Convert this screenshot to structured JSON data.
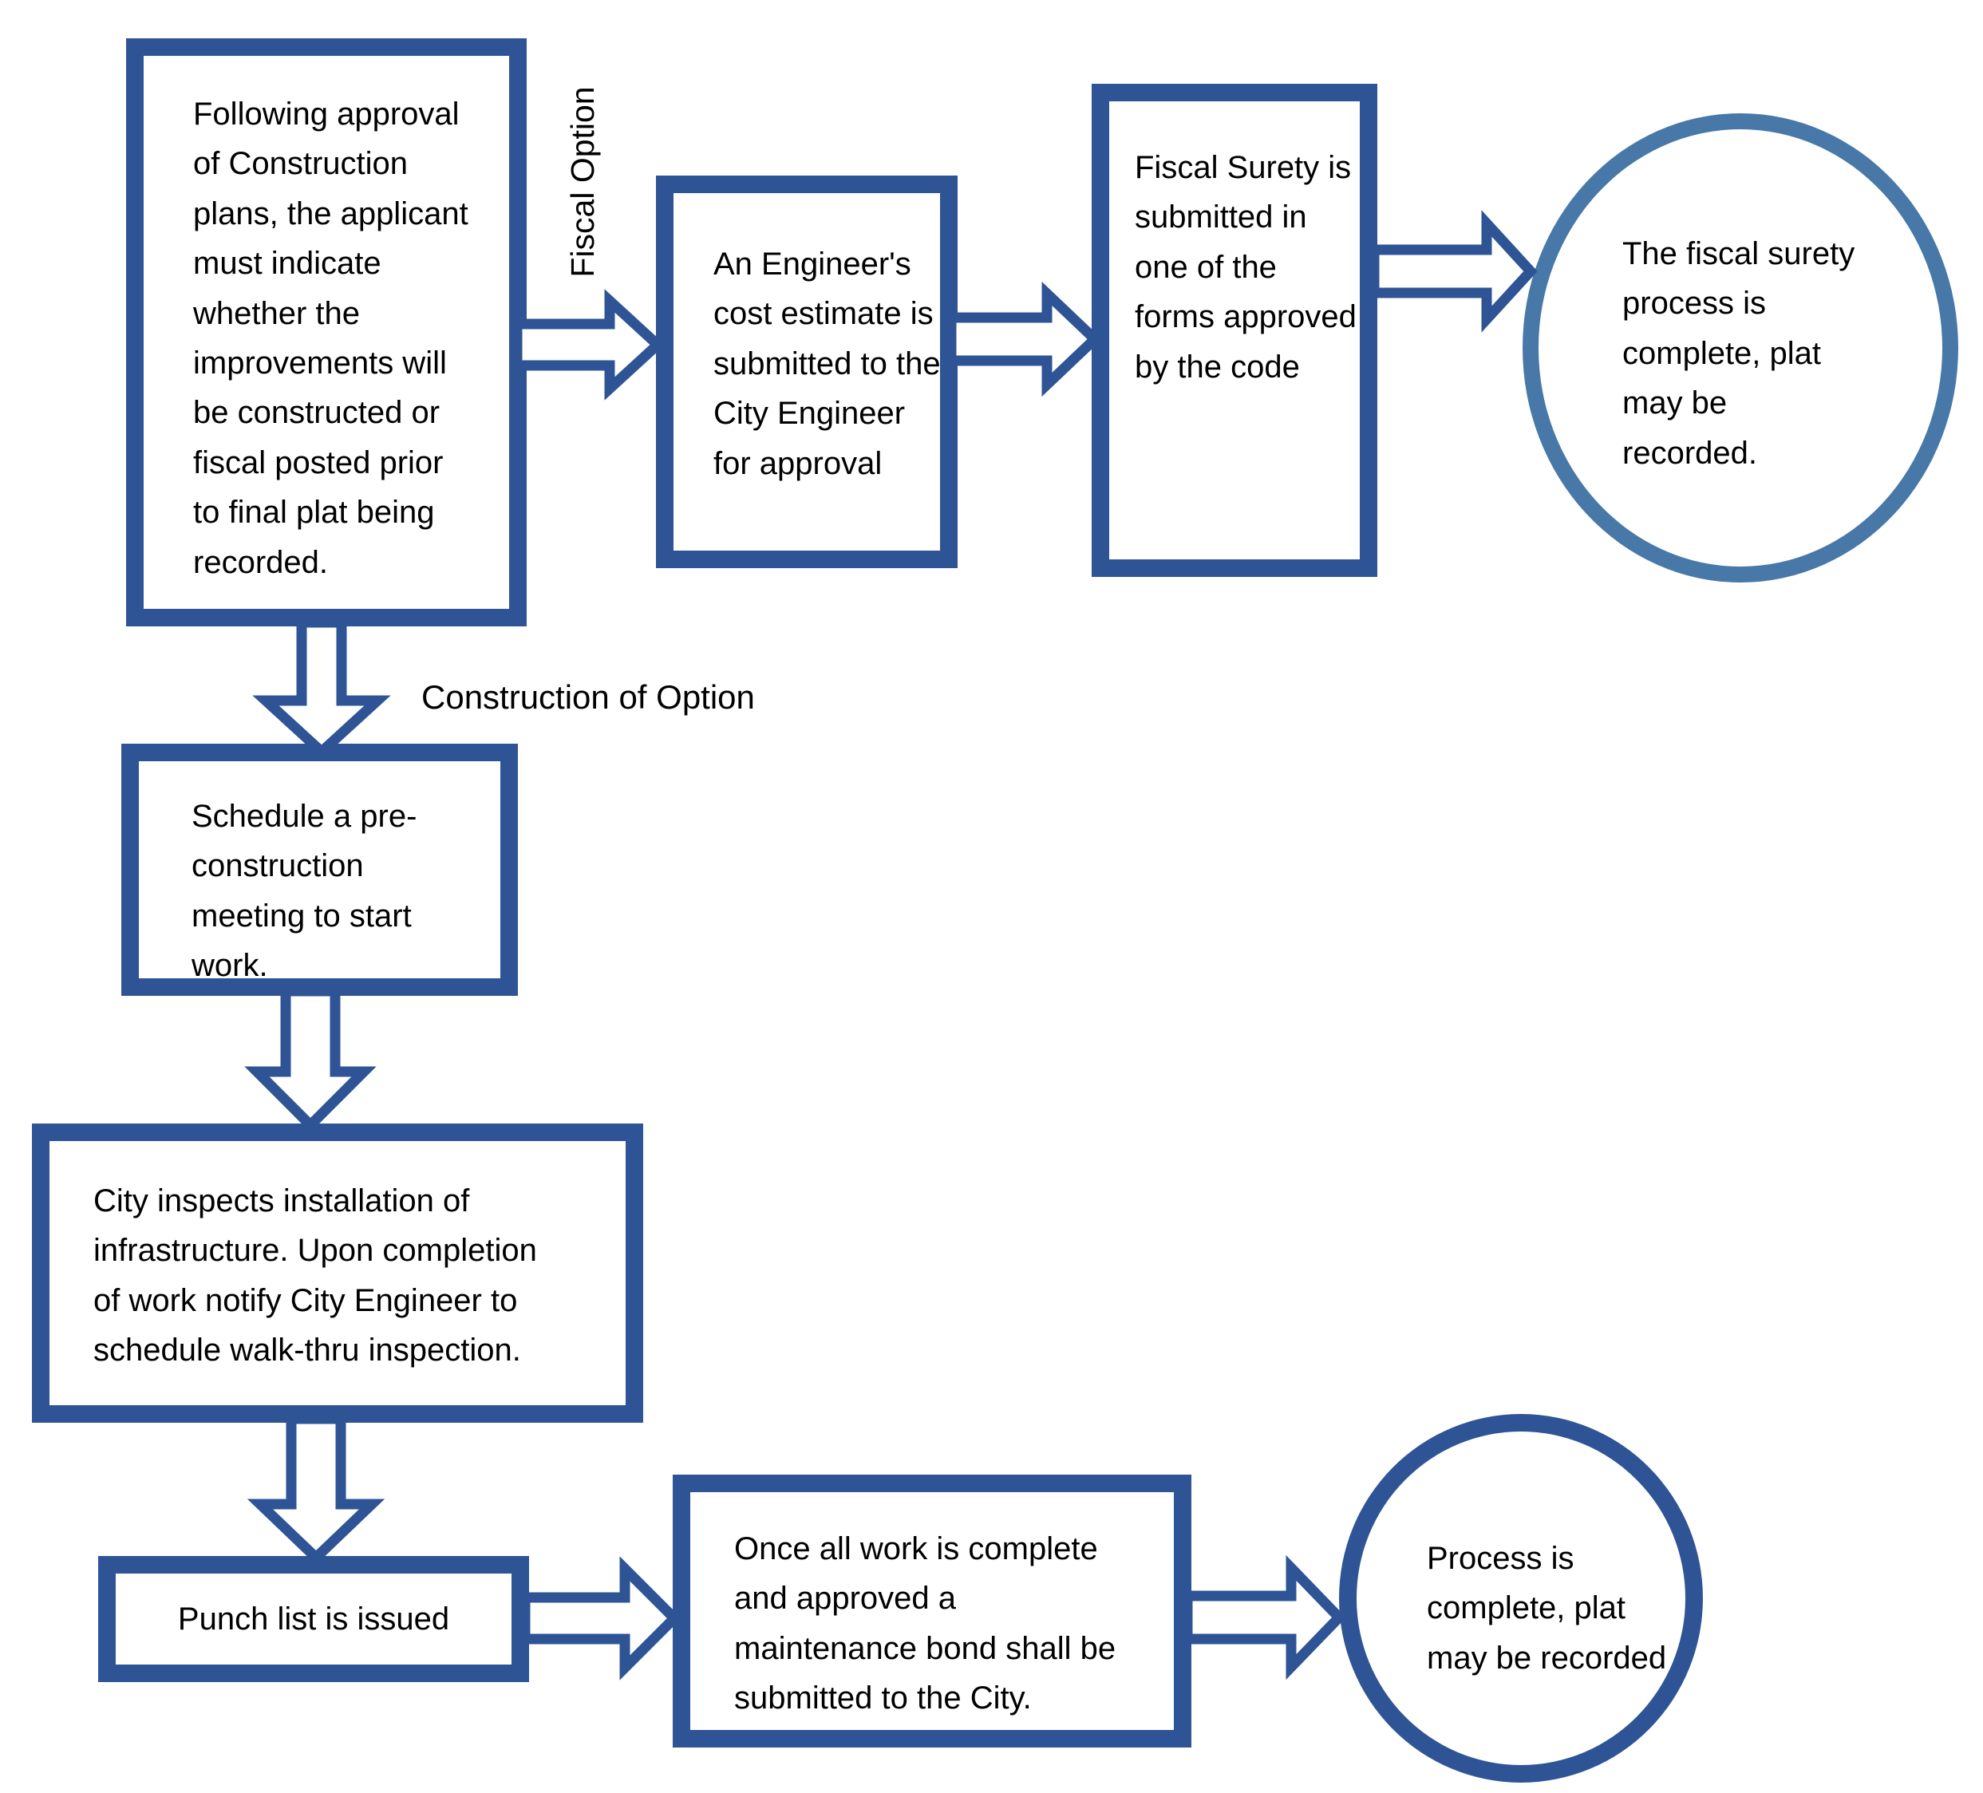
{
  "diagram": {
    "colors": {
      "box_border": "#2F5496",
      "fiscal_circle_border": "#4878A8",
      "final_circle_border": "#2F5496",
      "arrow_outline": "#2F5496",
      "text": "#000000",
      "background": "#FFFFFF"
    },
    "nodes": {
      "start": "Following approval of Construction plans, the applicant must indicate whether the improvements will be constructed or fiscal posted prior to final plat being recorded.",
      "engineer_estimate": "An Engineer's cost estimate is submitted to the City Engineer for approval",
      "fiscal_surety": "Fiscal Surety is submitted in one of the forms approved by the code",
      "fiscal_complete": "The fiscal surety process is complete, plat may be recorded.",
      "preconstruction": "Schedule a pre-construction meeting to start work.",
      "city_inspection": "City inspects installation of infrastructure. Upon completion of work notify City Engineer to schedule walk-thru inspection.",
      "punch_list": "Punch list is issued",
      "maintenance_bond": "Once all work is complete and approved a maintenance bond shall be submitted to the City.",
      "process_complete": "Process is complete, plat may be recorded"
    },
    "labels": {
      "fiscal_option": "Fiscal Option",
      "construction_option": "Construction of Option"
    }
  }
}
